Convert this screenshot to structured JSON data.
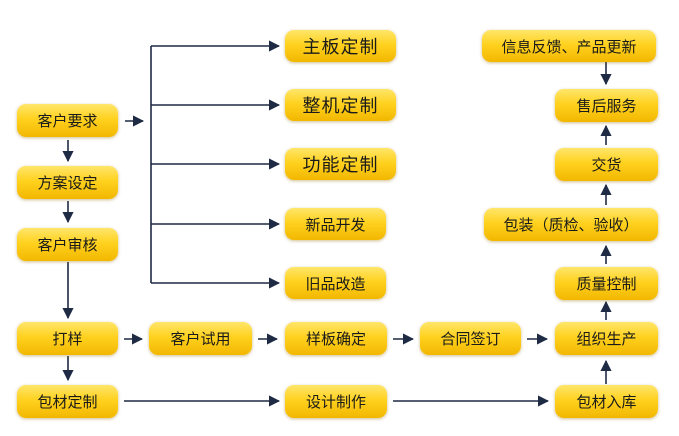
{
  "nodes": {
    "mainboard": "主板定制",
    "whole_machine": "整机定制",
    "function": "功能定制",
    "new_product": "新品开发",
    "old_product": "旧品改造",
    "customer_req": "客户要求",
    "plan": "方案设定",
    "review": "客户审核",
    "sample": "打样",
    "trial": "客户试用",
    "sample_confirm": "样板确定",
    "contract": "合同签订",
    "organize": "组织生产",
    "packaging_custom": "包材定制",
    "design": "设计制作",
    "packaging_in": "包材入库",
    "feedback": "信息反馈、产品更新",
    "after_sales": "售后服务",
    "delivery": "交货",
    "package_check": "包装（质检、验收）",
    "quality": "质量控制"
  },
  "colors": {
    "node_top": "#ffe66b",
    "node_mid": "#ffd21f",
    "node_bottom": "#f2b700",
    "line": "#1f2a44"
  }
}
